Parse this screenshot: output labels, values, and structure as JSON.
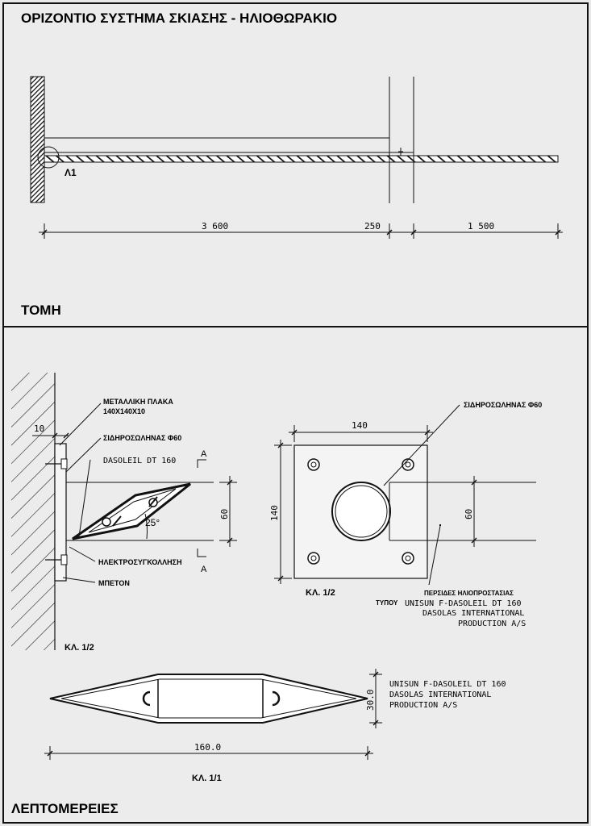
{
  "sheet_title": "ΟΡΙΖΟΝΤΙΟ ΣΥΣΤΗΜΑ ΣΚΙΑΣΗΣ - ΗΛΙΟΘΩΡΑΚΙΟ",
  "section_view": {
    "caption": "ΤΟΜΗ",
    "joint_label": "Λ1",
    "dims": [
      "3 600",
      "250",
      "1 500"
    ]
  },
  "details_view": {
    "caption": "ΛΕΠΤΟΜΕΡΕΙΕΣ",
    "wall_detail": {
      "plate_label_line1": "ΜΕΤΑΛΛΙΚΗ ΠΛΑΚΑ",
      "plate_label_line2": "140Χ140Χ10",
      "tube_label": "ΣΙΔΗΡΟΣΩΛΗΝΑΣ Φ60",
      "product_label": "DASOLEIL DT 160",
      "weld_label": "ΗΛΕΚΤΡΟΣΥΓΚΟΛΛΗΣΗ",
      "concrete_label": "ΜΠΕΤΟΝ",
      "section_marker": "A",
      "angle": "25°",
      "dim_plate_thickness": "10",
      "dim_height": "60",
      "scale": "ΚΛ. 1/2"
    },
    "plate_detail": {
      "tube_label": "ΣΙΔΗΡΟΣΩΛΗΝΑΣ Φ60",
      "dim_width": "140",
      "dim_height": "140",
      "dim_tube": "60",
      "scale": "ΚΛ. 1/2",
      "note_line1": "ΠΕΡΣΙΔΕΣ ΗΛΙΟΠΡΟΣΤΑΣΙΑΣ",
      "note_line2_prefix": "ΤΥΠΟΥ",
      "note_line2_rest": "UNISUN F-DASOLEIL DT 160",
      "note_line3": "DASOLAS INTERNATIONAL",
      "note_line4": "PRODUCTION A/S"
    },
    "blade_detail": {
      "dim_length": "160.0",
      "dim_depth": "30.0",
      "note_line1": "UNISUN F-DASOLEIL DT 160",
      "note_line2": "DASOLAS INTERNATIONAL",
      "note_line3": "PRODUCTION A/S",
      "scale": "ΚΛ. 1/1"
    }
  }
}
